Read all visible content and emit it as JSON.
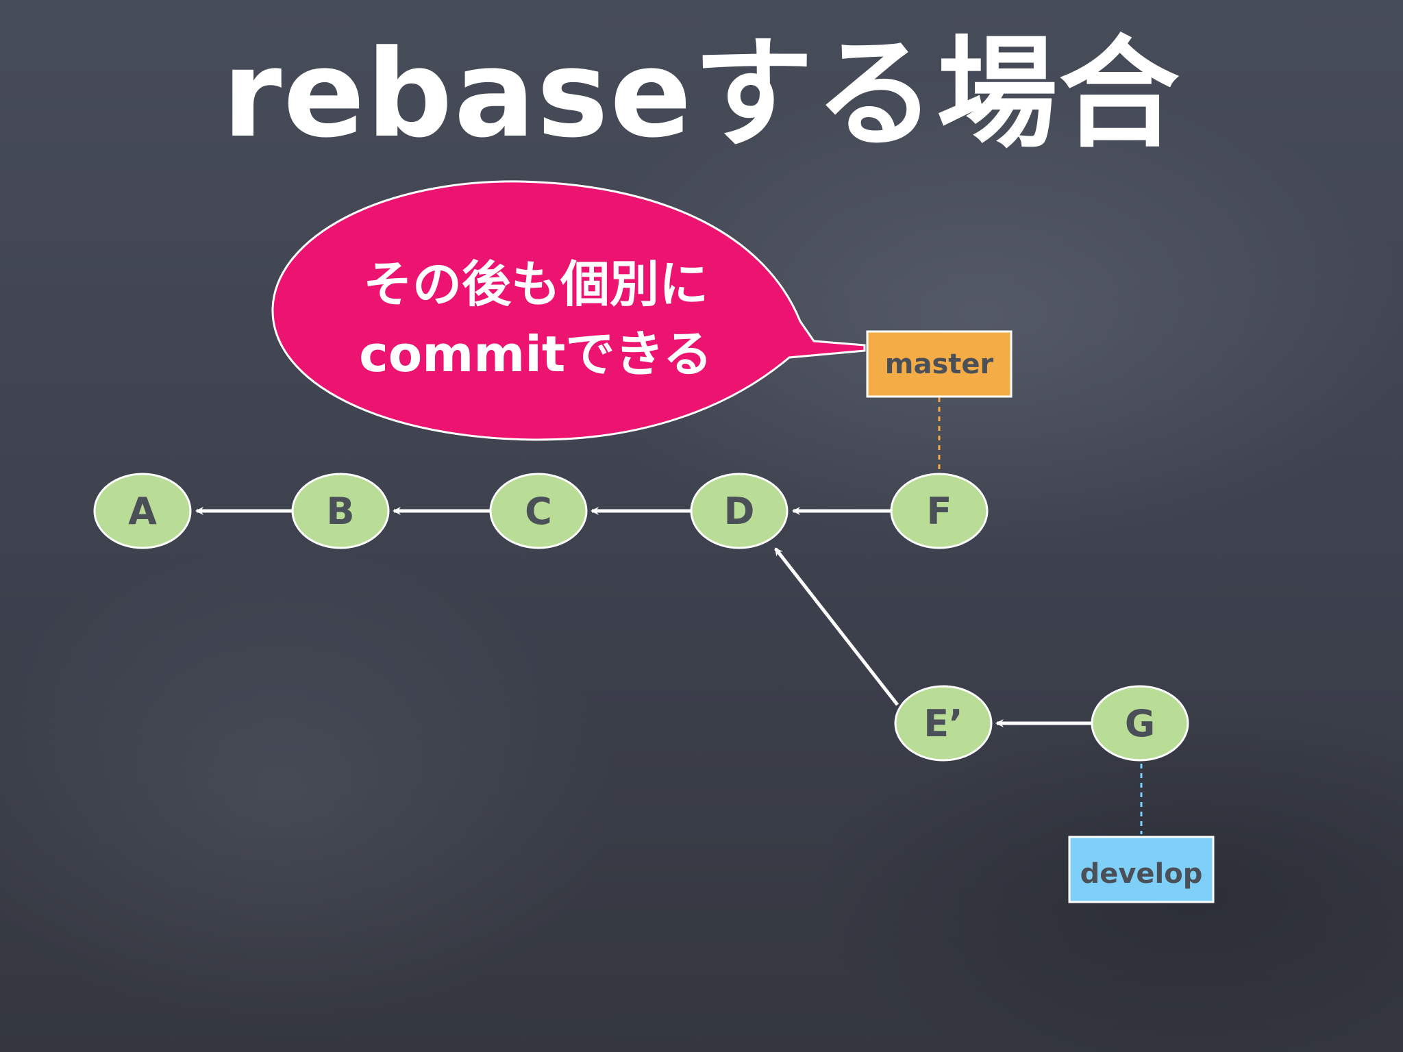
{
  "title": "rebaseする場合",
  "callout": {
    "lines": [
      "その後も個別に",
      "commitできる"
    ],
    "fill": "#ec1470"
  },
  "nodes": [
    {
      "id": "A",
      "label": "A"
    },
    {
      "id": "B",
      "label": "B"
    },
    {
      "id": "C",
      "label": "C"
    },
    {
      "id": "D",
      "label": "D"
    },
    {
      "id": "F",
      "label": "F"
    },
    {
      "id": "E'",
      "label": "E’"
    },
    {
      "id": "G",
      "label": "G"
    }
  ],
  "edges": [
    {
      "from": "B",
      "to": "A"
    },
    {
      "from": "C",
      "to": "B"
    },
    {
      "from": "D",
      "to": "C"
    },
    {
      "from": "F",
      "to": "D"
    },
    {
      "from": "E'",
      "to": "D"
    },
    {
      "from": "G",
      "to": "E'"
    }
  ],
  "branches": [
    {
      "name": "master",
      "points_to": "F",
      "fill": "#f3ac46"
    },
    {
      "name": "develop",
      "points_to": "G",
      "fill": "#7fd0f9"
    }
  ],
  "colors": {
    "node_fill": "#b9dc96",
    "node_text": "#4a4f58",
    "edge": "#ffffff"
  }
}
